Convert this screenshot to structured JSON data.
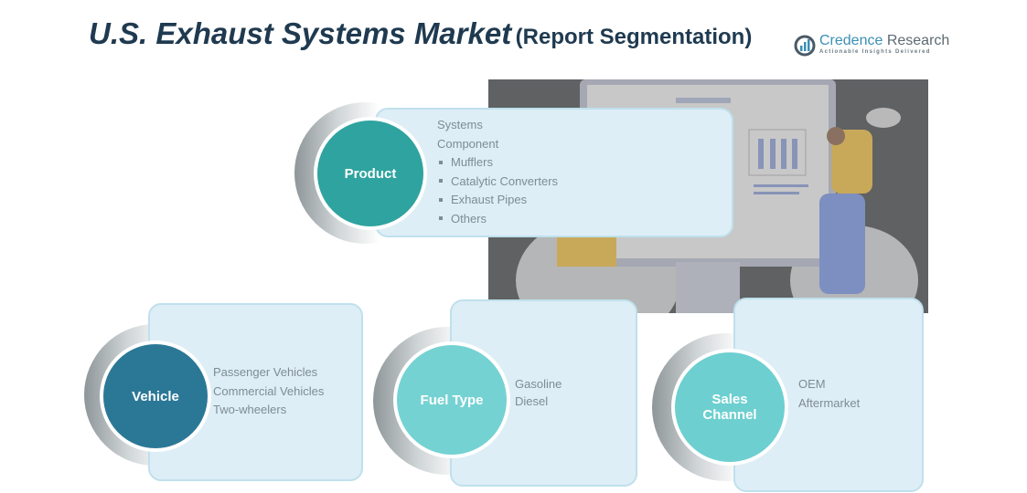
{
  "title": {
    "main": "U.S. Exhaust Systems Market",
    "sub": "(Report Segmentation)"
  },
  "logo": {
    "name_part1": "Credence",
    "name_part2": " Research",
    "tagline": "Actionable Insights Delivered"
  },
  "segments": {
    "product": {
      "label": "Product",
      "items": [
        "Systems",
        "Component"
      ],
      "subitems": [
        "Mufflers",
        "Catalytic Converters",
        "Exhaust Pipes",
        "Others"
      ],
      "color": "#2fa39f"
    },
    "vehicle": {
      "label": "Vehicle",
      "items": [
        "Passenger Vehicles",
        "Commercial Vehicles",
        "Two-wheelers"
      ],
      "color": "#2b7896"
    },
    "fuel": {
      "label": "Fuel Type",
      "items": [
        "Gasoline",
        "Diesel"
      ],
      "color": "#75d2d3"
    },
    "sales": {
      "label_line1": "Sales",
      "label_line2": "Channel",
      "items": [
        "OEM",
        "Aftermarket"
      ],
      "color": "#6dcfd0"
    }
  }
}
